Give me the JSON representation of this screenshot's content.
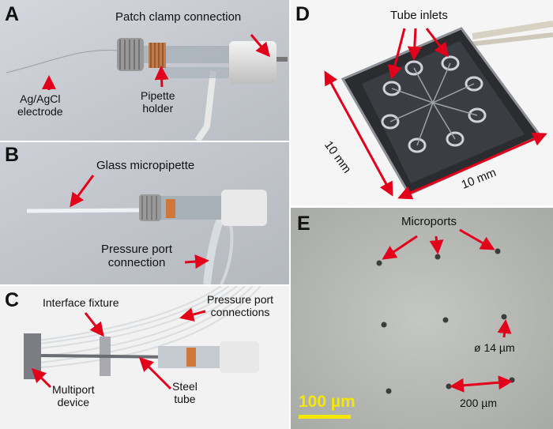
{
  "panels": {
    "A": {
      "letter": "A",
      "labels": {
        "patch_clamp": "Patch clamp connection",
        "electrode": "Ag/AgCl\nelectrode",
        "pipette_holder": "Pipette\nholder"
      }
    },
    "B": {
      "letter": "B",
      "labels": {
        "micropipette": "Glass micropipette",
        "pressure_port": "Pressure port\nconnection"
      }
    },
    "C": {
      "letter": "C",
      "labels": {
        "interface_fixture": "Interface fixture",
        "pressure_ports": "Pressure port\nconnections",
        "multiport_device": "Multiport\ndevice",
        "steel_tube": "Steel\ntube"
      }
    },
    "D": {
      "letter": "D",
      "labels": {
        "tube_inlets": "Tube inlets",
        "dim_left": "10 mm",
        "dim_bottom": "10 mm"
      }
    },
    "E": {
      "letter": "E",
      "labels": {
        "microports": "Microports",
        "diameter": "ø 14 µm",
        "spacing": "200 µm",
        "scale_bar": "100 µm"
      }
    }
  },
  "colors": {
    "arrow": "#e3001b",
    "scale_bar": "#f5e800"
  }
}
